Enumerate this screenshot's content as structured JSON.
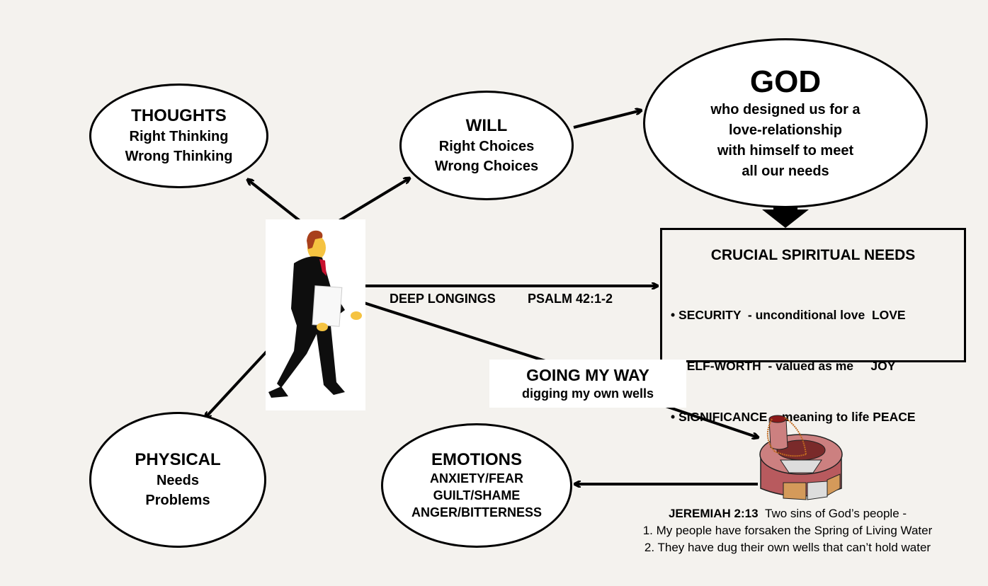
{
  "thoughts": {
    "title": "THOUGHTS",
    "line1": "Right Thinking",
    "line2": "Wrong Thinking"
  },
  "will": {
    "title": "WILL",
    "line1": "Right Choices",
    "line2": "Wrong Choices"
  },
  "god": {
    "title": "GOD",
    "line1": "who designed us for a",
    "line2": "love-relationship",
    "line3": "with himself to meet",
    "line4": "all our needs"
  },
  "needs": {
    "title": "CRUCIAL SPIRITUAL NEEDS",
    "items": [
      {
        "bullet": "•",
        "name": "SECURITY",
        "desc": "- unconditional love",
        "fruit": "LOVE"
      },
      {
        "bullet": "•",
        "name": "SELF-WORTH",
        "desc": "- valued as me",
        "fruit": "JOY"
      },
      {
        "bullet": "•",
        "name": "SIGNIFICANCE",
        "desc": "- meaning to life",
        "fruit": "PEACE"
      }
    ]
  },
  "longings": {
    "label1": "DEEP LONGINGS",
    "label2": "PSALM 42:1-2"
  },
  "going": {
    "title": "GOING MY WAY",
    "subtitle": "digging my own wells"
  },
  "physical": {
    "title": "PHYSICAL",
    "line1": "Needs",
    "line2": "Problems"
  },
  "emotions": {
    "title": "EMOTIONS",
    "line1": "ANXIETY/FEAR",
    "line2": "GUILT/SHAME",
    "line3": "ANGER/BITTERNESS"
  },
  "verse": {
    "ref": "JEREMIAH 2:13",
    "intro": "Two sins of God’s people  -",
    "line1": "1. My people have forsaken the Spring of Living Water",
    "line2": "2. They have dug their own wells that can’t hold water"
  },
  "icons": {
    "person": "walking-businessman-icon",
    "well": "broken-well-icon"
  }
}
